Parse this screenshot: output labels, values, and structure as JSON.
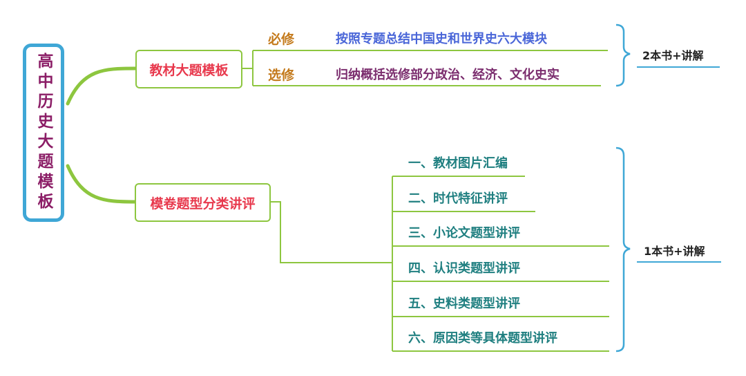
{
  "root": {
    "title": "高中历史大题模板"
  },
  "branch_a": {
    "title": "教材大题模板",
    "required": {
      "label": "必修",
      "text": "按照专题总结中国史和世界史六大模块"
    },
    "elective": {
      "label": "选修",
      "text": "归纳概括选修部分政治、经济、文化史实"
    },
    "summary": "2本书+讲解"
  },
  "branch_b": {
    "title": "模卷题型分类讲评",
    "items": [
      "一、教材图片汇编",
      "二、时代特征讲评",
      "三、小论文题型讲评",
      "四、认识类题型讲评",
      "五、史料类题型讲评",
      "六、原因类等具体题型讲评"
    ],
    "summary": "1本书+讲解"
  },
  "colors": {
    "root_border": "#3fa7d6",
    "root_text": "#8b1d66",
    "branch_border": "#8dc63f",
    "branch_text": "#e8394d",
    "item_text": "#1f7f80",
    "brace": "#3fa7d6"
  }
}
